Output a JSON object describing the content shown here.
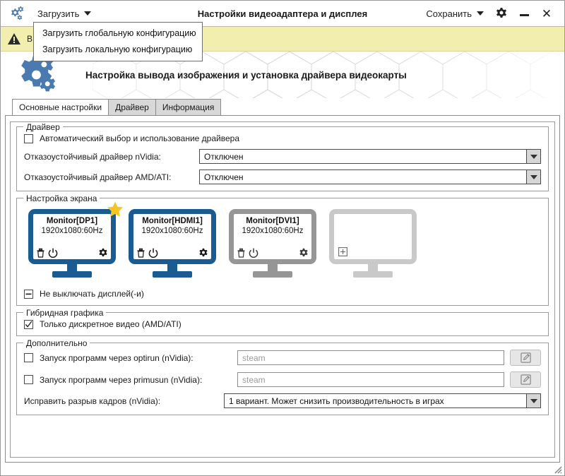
{
  "window": {
    "title": "Настройки видеоадаптера и дисплея",
    "app_icon": "gears-icon",
    "minimize_icon": "minimize-icon",
    "close_icon": "close-icon",
    "settings_icon": "gear-icon"
  },
  "menubar": {
    "load_label": "Загрузить",
    "save_label": "Сохранить",
    "caret_icon": "chevron-down-icon"
  },
  "dropdown": {
    "open": true,
    "items": [
      {
        "label": "Загрузить глобальную конфигурацию"
      },
      {
        "label": "Загрузить локальную конфигурацию"
      }
    ]
  },
  "warning": {
    "icon": "warning-triangle-icon",
    "text": "В",
    "bg_color": "#f2eeae"
  },
  "header": {
    "logo_icon": "gears-logo-icon",
    "title": "Настройка вывода изображения и установка драйвера видеокарты",
    "logo_color": "#4a7ab0"
  },
  "tabs": [
    {
      "label": "Основные настройки",
      "active": true
    },
    {
      "label": "Драйвер",
      "active": false
    },
    {
      "label": "Информация",
      "active": false
    }
  ],
  "driver_group": {
    "title": "Драйвер",
    "auto_checkbox": {
      "label": "Автоматический выбор и использование драйвера",
      "checked": false
    },
    "nvidia": {
      "label": "Отказоустойчивый драйвер nVidia:",
      "value": "Отключен"
    },
    "amd": {
      "label": "Отказоустойчивый драйвер AMD/ATI:",
      "value": "Отключен"
    }
  },
  "screen_group": {
    "title": "Настройка экрана",
    "monitors": [
      {
        "name": "Monitor[DP1]",
        "resolution": "1920x1080:60Hz",
        "state": "active",
        "primary": true,
        "star_icon": "star-icon",
        "delete_icon": "trash-icon",
        "power_icon": "power-icon",
        "settings_icon": "gear-icon",
        "color": "#1a5b92"
      },
      {
        "name": "Monitor[HDMI1]",
        "resolution": "1920x1080:60Hz",
        "state": "active",
        "primary": false,
        "delete_icon": "trash-icon",
        "power_icon": "power-icon",
        "settings_icon": "gear-icon",
        "color": "#1a5b92"
      },
      {
        "name": "Monitor[DVI1]",
        "resolution": "1920x1080:60Hz",
        "state": "disabled",
        "primary": false,
        "delete_icon": "trash-icon",
        "power_icon": "power-icon",
        "settings_icon": "gear-icon",
        "color": "#969696"
      },
      {
        "name": "",
        "resolution": "",
        "state": "empty",
        "primary": false,
        "add_icon": "plus-box-icon",
        "color": "#c9c9c9"
      }
    ],
    "keep_on_checkbox": {
      "label": "Не выключать дисплей(-и)",
      "state": "partial"
    }
  },
  "hybrid_group": {
    "title": "Гибридная графика",
    "discrete_checkbox": {
      "label": "Только дискретное видео (AMD/ATI)",
      "checked": true
    }
  },
  "extra_group": {
    "title": "Дополнительно",
    "optirun": {
      "label": "Запуск программ через optirun (nVidia):",
      "checked": false,
      "placeholder": "steam",
      "edit_icon": "edit-pencil-icon"
    },
    "primusun": {
      "label": "Запуск программ через primusun (nVidia):",
      "checked": false,
      "placeholder": "steam",
      "edit_icon": "edit-pencil-icon"
    },
    "tearfree": {
      "label": "Исправить разрыв кадров (nVidia):",
      "value": "1 вариант. Может снизить производительность в играх"
    }
  },
  "resize_grip_icon": "resize-grip-icon"
}
